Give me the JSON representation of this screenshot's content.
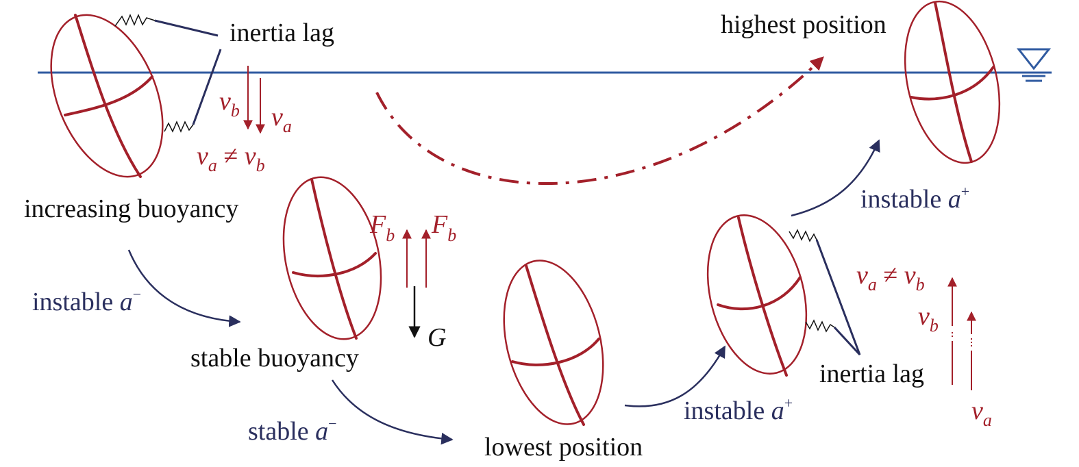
{
  "labels": {
    "inertia_lag_top": "inertia lag",
    "inertia_lag_bottom": "inertia lag",
    "highest_position": "highest position",
    "increasing_buoyancy": "increasing buoyancy",
    "stable_buoyancy": "stable buoyancy",
    "lowest_position": "lowest position",
    "instable_a_minus": "instable",
    "stable_a_minus": "stable",
    "instable_a_plus_top": "instable",
    "instable_a_plus_bottom": "instable"
  },
  "symbols": {
    "a": "a",
    "minus": "−",
    "plus": "+",
    "v": "v",
    "sub_a": "a",
    "sub_b": "b",
    "neq": "≠",
    "F": "F",
    "G": "G"
  },
  "colors": {
    "water_line": "#2f5aa0",
    "ellipse": "#a3202a",
    "transition_arrow": "#2a2f5e",
    "force_arrow": "#111111"
  },
  "icons": {
    "water_surface": "inverted-triangle-water-level-icon",
    "spring": "zigzag-spring-icon"
  }
}
